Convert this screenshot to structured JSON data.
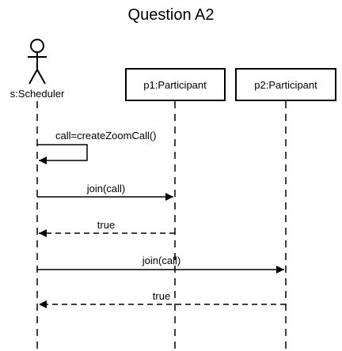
{
  "title": "Question A2",
  "actor": {
    "label": "s:Scheduler"
  },
  "participants": [
    {
      "label": "p1:Participant"
    },
    {
      "label": "p2:Participant"
    }
  ],
  "messages": [
    {
      "label": "call=createZoomCall()",
      "kind": "self-call",
      "style": "solid"
    },
    {
      "label": "join(call)",
      "kind": "call",
      "style": "solid"
    },
    {
      "label": "true",
      "kind": "return",
      "style": "dashed"
    },
    {
      "label": "join(call)",
      "kind": "call",
      "style": "solid"
    },
    {
      "label": "true",
      "kind": "return",
      "style": "dashed"
    }
  ],
  "colors": {
    "line": "#000000",
    "background": "#ffffff"
  }
}
